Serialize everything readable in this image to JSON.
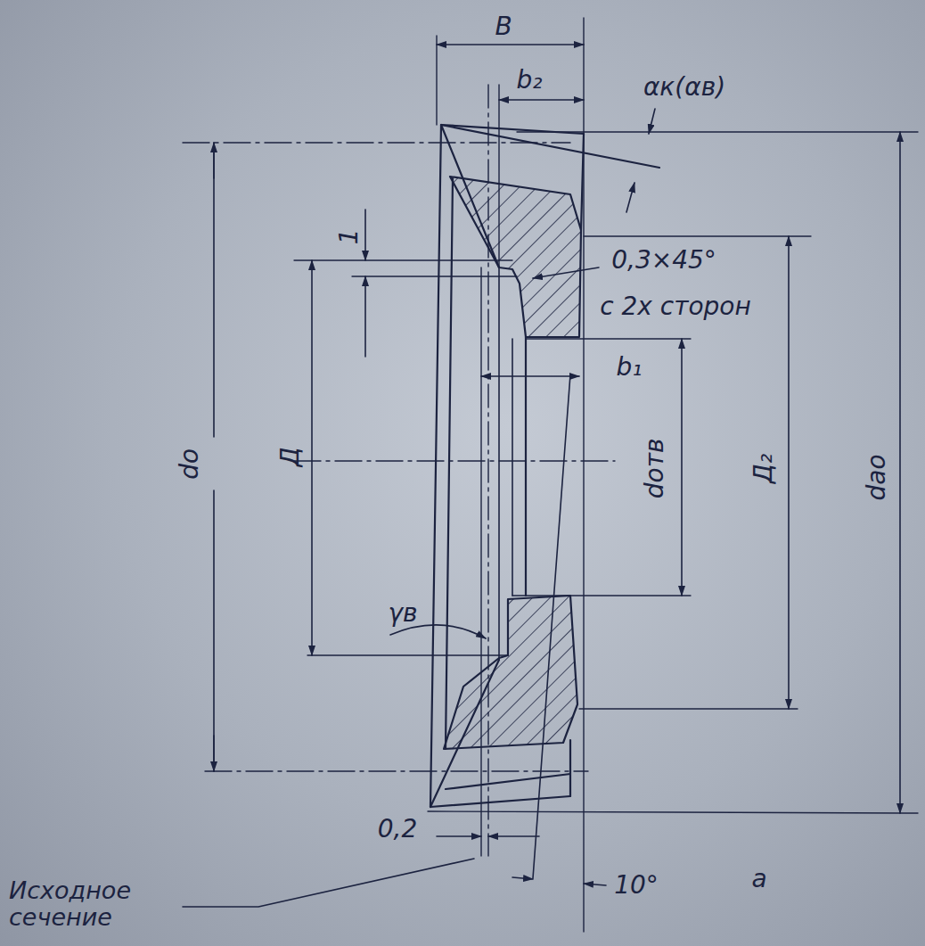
{
  "diagram": {
    "labels": [
      "В",
      "b₂",
      "αк(αв)",
      "1",
      "0,3×45°",
      "с 2х сторон",
      "b₁",
      "dо",
      "Д",
      "dотв",
      "Д₂",
      "dао",
      "γв",
      "0,2",
      "Исходное сечение",
      "10°",
      "а"
    ]
  }
}
